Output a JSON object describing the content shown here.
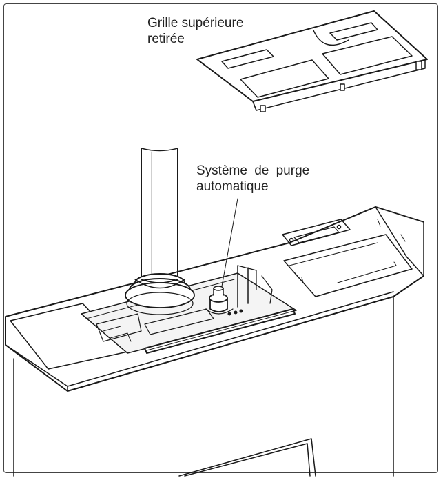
{
  "labels": {
    "grille_line1": "Grille supérieure",
    "grille_line2": "retirée",
    "purge_line1": "Système de purge",
    "purge_line2": "automatique"
  },
  "colors": {
    "line": "#1a1a1a",
    "fill": "#ffffff",
    "frame": "#444444"
  }
}
